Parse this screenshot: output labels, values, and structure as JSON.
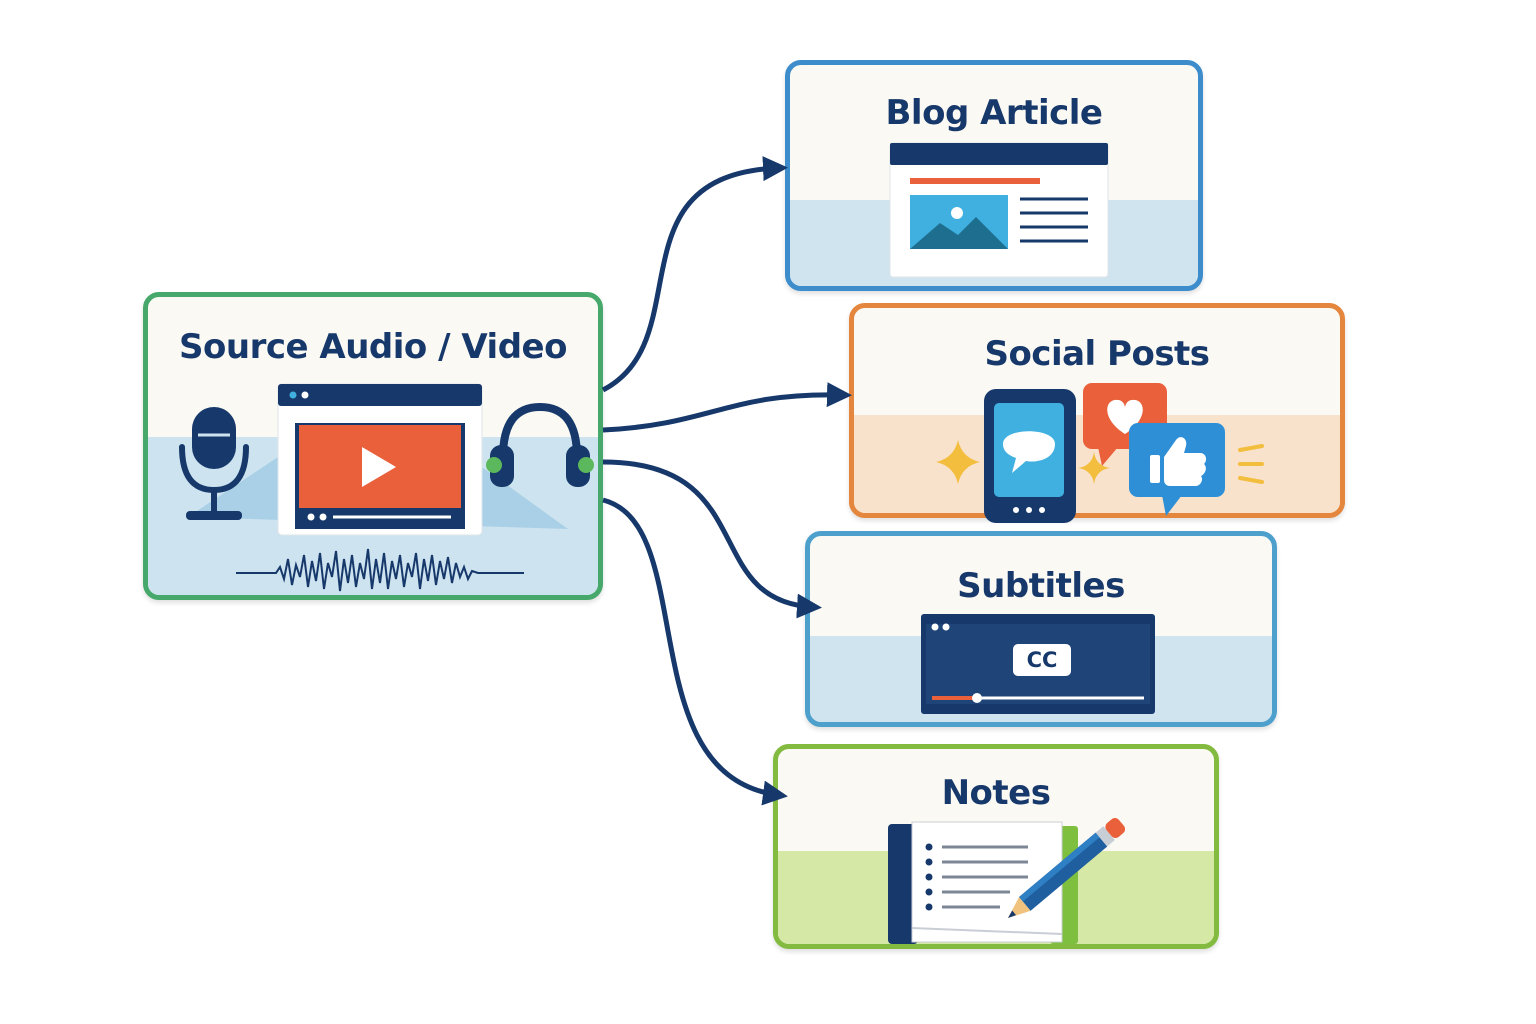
{
  "source": {
    "title": "Source Audio / Video"
  },
  "outputs": {
    "blog": {
      "title": "Blog Article"
    },
    "social": {
      "title": "Social Posts"
    },
    "subtitles": {
      "title": "Subtitles",
      "badge": "CC"
    },
    "notes": {
      "title": "Notes"
    }
  },
  "colors": {
    "navy": "#16386a",
    "source_border": "#46a86a",
    "blog_border": "#3d8ccb",
    "social_border": "#e4863d",
    "subtitles_border": "#4ea0cc",
    "notes_border": "#82bb3f",
    "accent_orange": "#e9603a"
  }
}
